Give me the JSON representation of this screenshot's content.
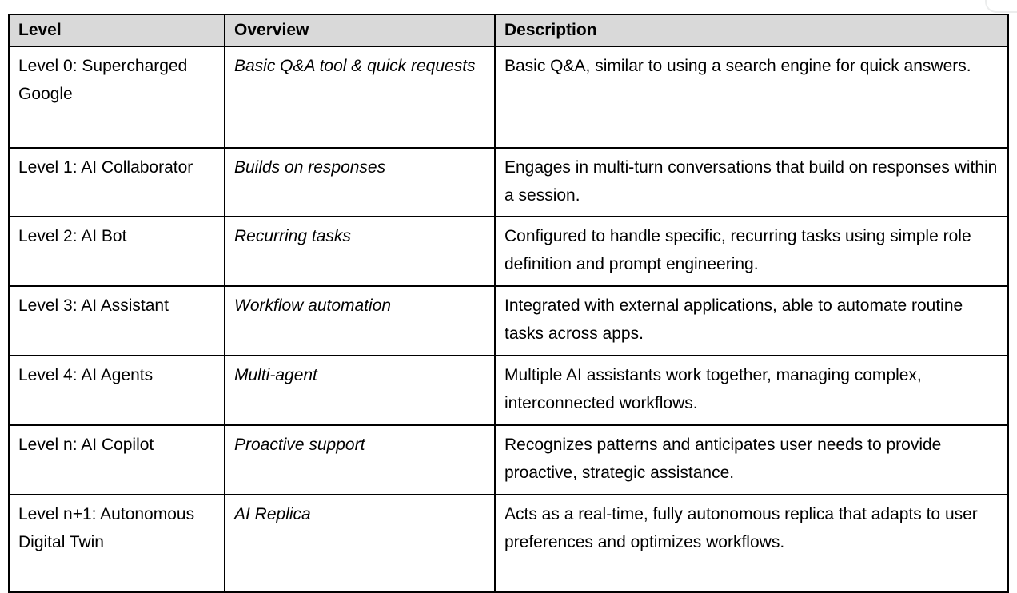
{
  "table": {
    "columns": [
      {
        "key": "level",
        "label": "Level"
      },
      {
        "key": "overview",
        "label": "Overview"
      },
      {
        "key": "description",
        "label": "Description"
      }
    ],
    "header_background": "#d9d9d9",
    "border_color": "#000000",
    "rows": [
      {
        "level": "Level 0: Supercharged Google",
        "overview": "Basic Q&A tool & quick requests",
        "description": "Basic Q&A, similar to using a search engine for quick answers."
      },
      {
        "level": "Level 1: AI Collaborator",
        "overview": "Builds on responses",
        "description": "Engages in multi-turn conversations that build on responses within a session."
      },
      {
        "level": "Level 2: AI Bot",
        "overview": "Recurring tasks",
        "description": "Configured to handle specific, recurring tasks using simple role definition and prompt engineering."
      },
      {
        "level": "Level 3: AI Assistant",
        "overview": "Workflow automation",
        "description": "Integrated with external applications, able to automate routine tasks across apps."
      },
      {
        "level": "Level 4: AI Agents",
        "overview": "Multi-agent",
        "description": "Multiple AI assistants work together, managing complex, interconnected workflows."
      },
      {
        "level": "Level n: AI Copilot",
        "overview": "Proactive support",
        "description": "Recognizes patterns and anticipates user needs to provide proactive, strategic assistance."
      },
      {
        "level": "Level n+1: Autonomous Digital Twin",
        "overview": "AI Replica",
        "description": "Acts as a real-time, fully autonomous replica that adapts to user preferences and optimizes workflows."
      }
    ]
  }
}
